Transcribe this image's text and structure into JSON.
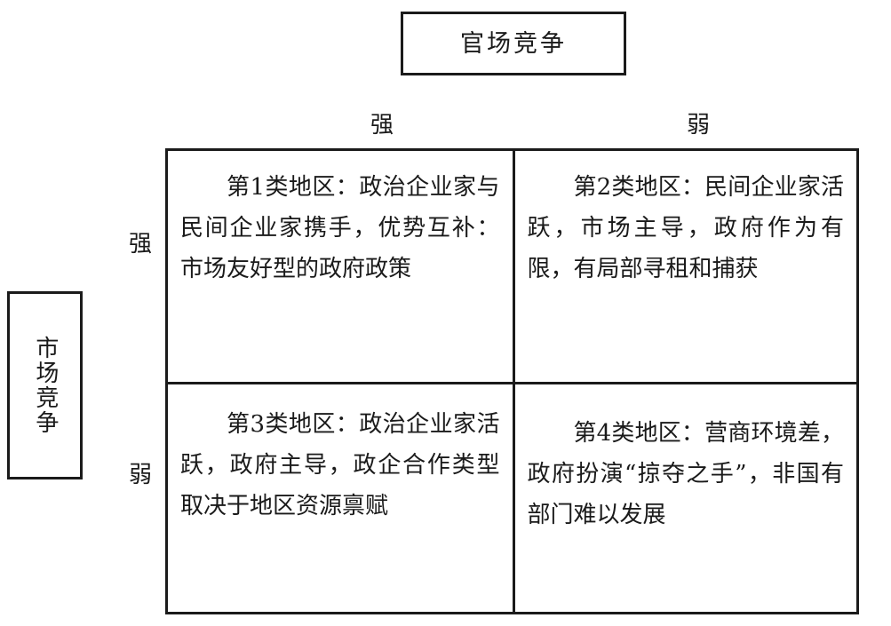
{
  "header": {
    "title": "官场竞争"
  },
  "side": {
    "title": "市场竞争"
  },
  "axes": {
    "columns": [
      {
        "label": "强"
      },
      {
        "label": "弱"
      }
    ],
    "rows": [
      {
        "label": "强"
      },
      {
        "label": "弱"
      }
    ]
  },
  "matrix": {
    "cells": [
      {
        "id": "quadrant-1",
        "text": "第1类地区：政治企业家与民间企业家携手，优势互补：市场友好型的政府政策"
      },
      {
        "id": "quadrant-2",
        "text": "第2类地区：民间企业家活跃，市场主导，政府作为有限，有局部寻租和捕获"
      },
      {
        "id": "quadrant-3",
        "text": "第3类地区：政治企业家活跃，政府主导，政企合作类型取决于地区资源禀赋"
      },
      {
        "id": "quadrant-4",
        "text": "第4类地区：营商环境差，政府扮演“掠夺之手”，非国有部门难以发展"
      }
    ]
  },
  "colors": {
    "ink": "#1a1a1a",
    "border": "#1b1b1b",
    "background": "#ffffff"
  }
}
